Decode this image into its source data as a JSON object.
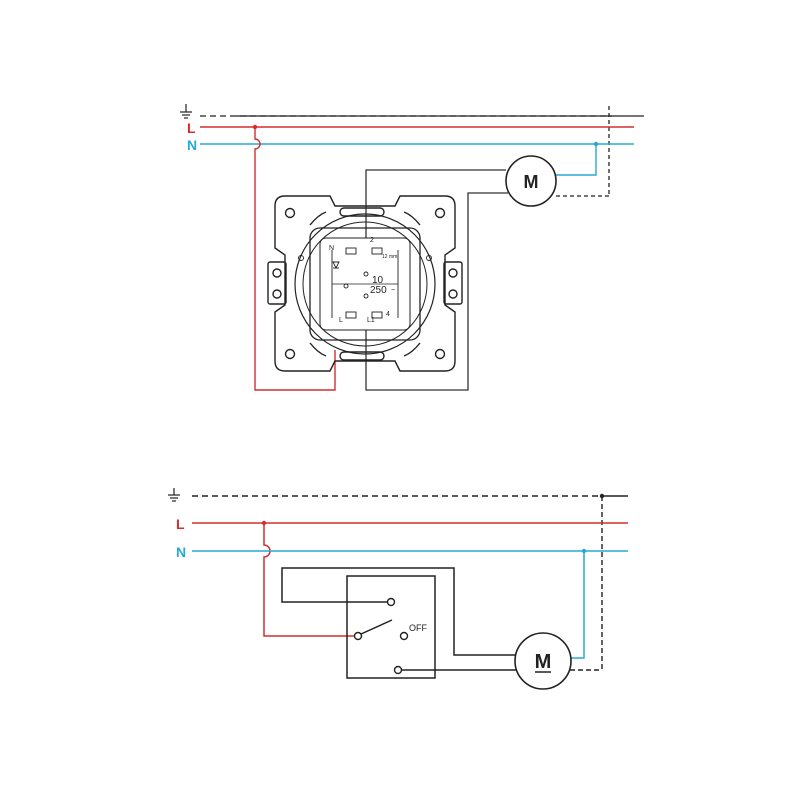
{
  "colors": {
    "live": "#d32f2f",
    "neutral": "#29a8d6",
    "earth": "#222222",
    "wire": "#333333"
  },
  "icons": {
    "earth": "ground-symbol-icon",
    "motor": "motor-icon",
    "switch": "switch-contact-icon"
  },
  "top_diagram": {
    "labels": {
      "live": "L",
      "neutral": "N"
    },
    "motor_label": "M",
    "device_terminals": {
      "top_right": "2",
      "left": "N",
      "bottom_left": "L",
      "bottom_right": "L1",
      "right": "4",
      "strip_length": "12 mm",
      "rating_current": "10",
      "rating_voltage": "250",
      "ac_symbol": "~"
    }
  },
  "bottom_diagram": {
    "labels": {
      "live": "L",
      "neutral": "N"
    },
    "motor_label": "M",
    "switch_off_label": "OFF"
  }
}
